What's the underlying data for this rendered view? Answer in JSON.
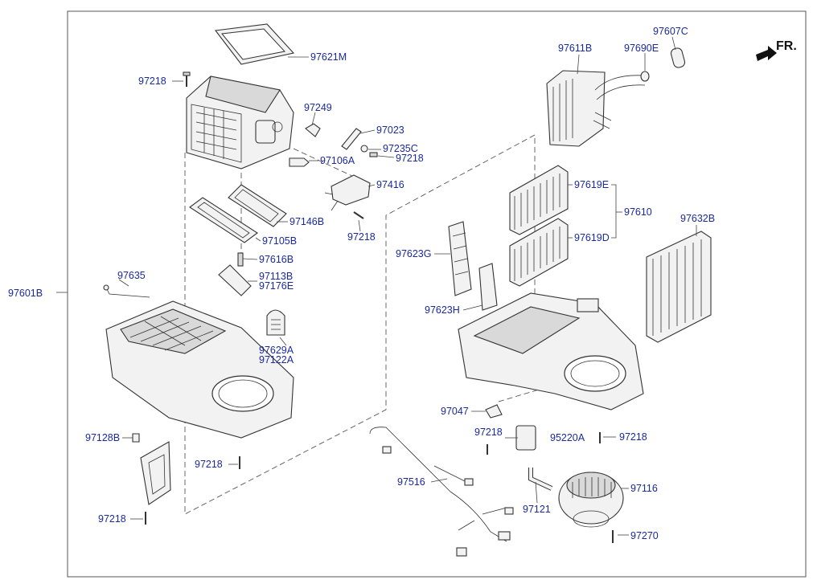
{
  "direction_label": "FR.",
  "assembly_label": "97601B",
  "filter_group_label": "97610",
  "labels": {
    "p97621M": "97621M",
    "p97218_top": "97218",
    "p97249": "97249",
    "p97023": "97023",
    "p97235C": "97235C",
    "p97218_a": "97218",
    "p97106A": "97106A",
    "p97416": "97416",
    "p97146B": "97146B",
    "p97218_b": "97218",
    "p97105B": "97105B",
    "p97616B": "97616B",
    "p97635": "97635",
    "p97113B": "97113B",
    "p97176E": "97176E",
    "p97629A": "97629A",
    "p97122A": "97122A",
    "p97128B": "97128B",
    "p97218_c": "97218",
    "p97218_d": "97218",
    "p97611B": "97611B",
    "p97690E": "97690E",
    "p97607C": "97607C",
    "p97619E": "97619E",
    "p97619D": "97619D",
    "p97632B": "97632B",
    "p97623G": "97623G",
    "p97623H": "97623H",
    "p97047": "97047",
    "p97218_e": "97218",
    "p95220A": "95220A",
    "p97218_f": "97218",
    "p97516": "97516",
    "p97121": "97121",
    "p97116": "97116",
    "p97270": "97270"
  },
  "colors": {
    "label": "#1a2a9a",
    "line": "#333333",
    "background": "#ffffff"
  }
}
